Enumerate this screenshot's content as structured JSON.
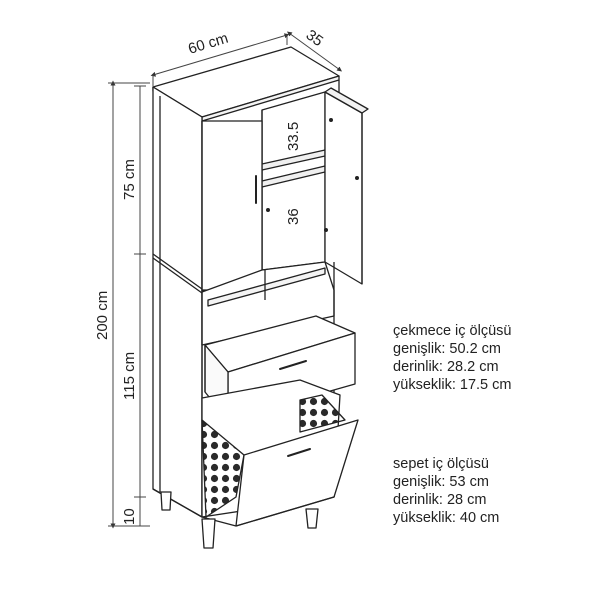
{
  "dimensions": {
    "width": "60 cm",
    "depth": "35",
    "total_height": "200 cm",
    "upper_height": "75 cm",
    "middle_height": "115 cm",
    "leg_height": "10",
    "shelf_upper": "33.5",
    "shelf_lower": "36"
  },
  "drawer_spec": {
    "title": "çekmece iç ölçüsü",
    "width": "genişlik: 50.2 cm",
    "depth": "derinlik: 28.2 cm",
    "height": "yükseklik: 17.5 cm"
  },
  "basket_spec": {
    "title": "sepet iç ölçüsü",
    "width": "genişlik: 53 cm",
    "depth": "derinlik: 28 cm",
    "height": "yükseklik: 40 cm"
  },
  "colors": {
    "line": "#222222",
    "dim_line": "#444444",
    "perforation": "#333333"
  }
}
